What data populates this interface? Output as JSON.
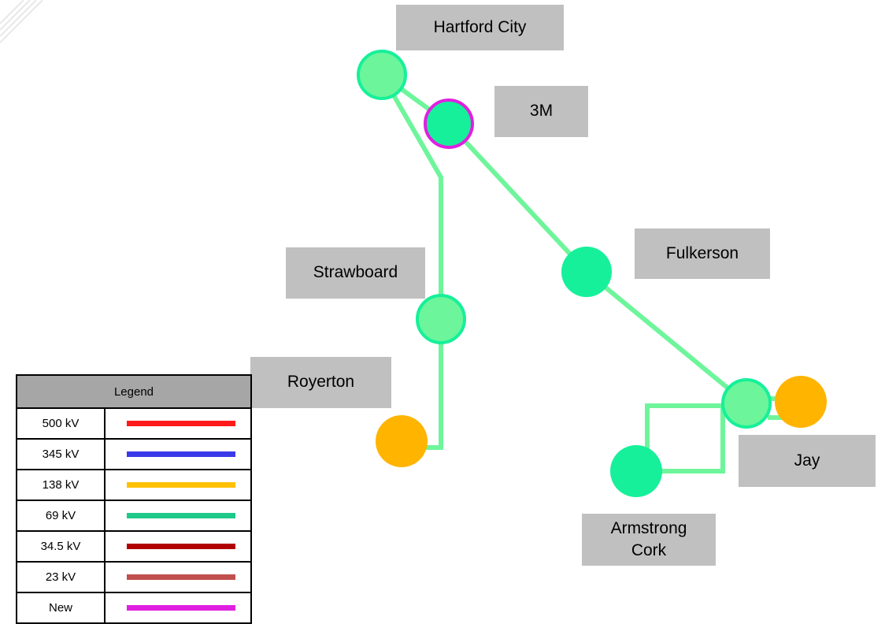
{
  "substations": [
    {
      "id": "hartford-city",
      "label": "Hartford City",
      "voltage": "69 kV"
    },
    {
      "id": "3m",
      "label": "3M",
      "voltage": "69 kV",
      "status": "New"
    },
    {
      "id": "fulkerson",
      "label": "Fulkerson",
      "voltage": "69 kV"
    },
    {
      "id": "strawboard",
      "label": "Strawboard",
      "voltage": "69 kV"
    },
    {
      "id": "royerton",
      "label": "Royerton",
      "voltage": "138 kV"
    },
    {
      "id": "jay",
      "label": "Jay",
      "voltage": "69 kV"
    },
    {
      "id": "jay-138",
      "label": "",
      "voltage": "138 kV"
    },
    {
      "id": "armstrong-cork",
      "label": "Armstrong\nCork",
      "voltage": "69 kV"
    }
  ],
  "lines": [
    {
      "from": "hartford-city",
      "to": "3m",
      "voltage": "69 kV"
    },
    {
      "from": "3m",
      "to": "fulkerson",
      "voltage": "69 kV"
    },
    {
      "from": "fulkerson",
      "to": "jay",
      "voltage": "69 kV"
    },
    {
      "from": "hartford-city",
      "to": "strawboard",
      "voltage": "69 kV"
    },
    {
      "from": "strawboard",
      "to": "royerton",
      "voltage": "69 kV"
    },
    {
      "from": "jay",
      "to": "armstrong-cork",
      "voltage": "69 kV"
    },
    {
      "from": "jay",
      "to": "jay-138",
      "voltage": "69 kV"
    }
  ],
  "legend": {
    "title": "Legend",
    "entries": [
      {
        "label": "500 kV",
        "color": "#ff1a1a"
      },
      {
        "label": "345 kV",
        "color": "#3a3ae8"
      },
      {
        "label": "138 kV",
        "color": "#ffc000"
      },
      {
        "label": "69 kV",
        "color": "#1ec98a"
      },
      {
        "label": "34.5 kV",
        "color": "#b00000"
      },
      {
        "label": "23 kV",
        "color": "#c0504d"
      },
      {
        "label": "New",
        "color": "#e020e0"
      }
    ]
  },
  "colors": {
    "line_69kv_existing": "#6ef59b",
    "node_69kv_light": "#6cf59a",
    "node_69kv_dark": "#16f09a",
    "node_138kv": "#ffb400",
    "new_outline": "#e020e0",
    "label_fill": "#c0c0c0"
  }
}
